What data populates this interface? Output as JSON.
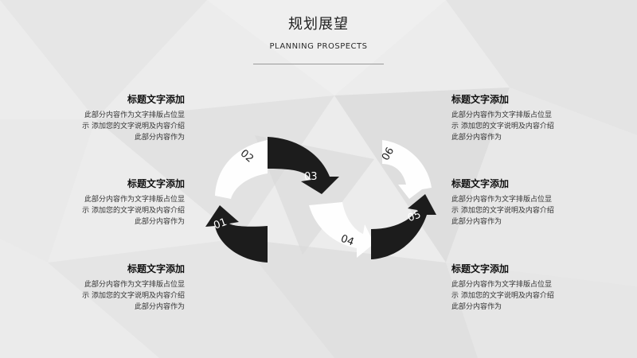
{
  "header": {
    "title": "规划展望",
    "subtitle": "PLANNING PROSPECTS"
  },
  "blocks": [
    {
      "title": "标题文字添加",
      "lines": [
        "此部分内容作为文字排版占位显",
        "示 添加您的文字说明及内容介绍",
        "此部分内容作为"
      ]
    },
    {
      "title": "标题文字添加",
      "lines": [
        "此部分内容作为文字排版占位显",
        "示 添加您的文字说明及内容介绍",
        "此部分内容作为"
      ]
    },
    {
      "title": "标题文字添加",
      "lines": [
        "此部分内容作为文字排版占位显",
        "示 添加您的文字说明及内容介绍",
        "此部分内容作为"
      ]
    },
    {
      "title": "标题文字添加",
      "lines": [
        "此部分内容作为文字排版占位显",
        "示 添加您的文字说明及内容介绍",
        "此部分内容作为"
      ]
    },
    {
      "title": "标题文字添加",
      "lines": [
        "此部分内容作为文字排版占位显",
        "示 添加您的文字说明及内容介绍",
        "此部分内容作为"
      ]
    },
    {
      "title": "标题文字添加",
      "lines": [
        "此部分内容作为文字排版占位显",
        "示 添加您的文字说明及内容介绍",
        "此部分内容作为"
      ]
    }
  ],
  "steps": [
    "01",
    "02",
    "03",
    "04",
    "05",
    "06"
  ],
  "colors": {
    "dark": "#1c1c1c",
    "light": "#ffffff",
    "background": "#ececec"
  }
}
